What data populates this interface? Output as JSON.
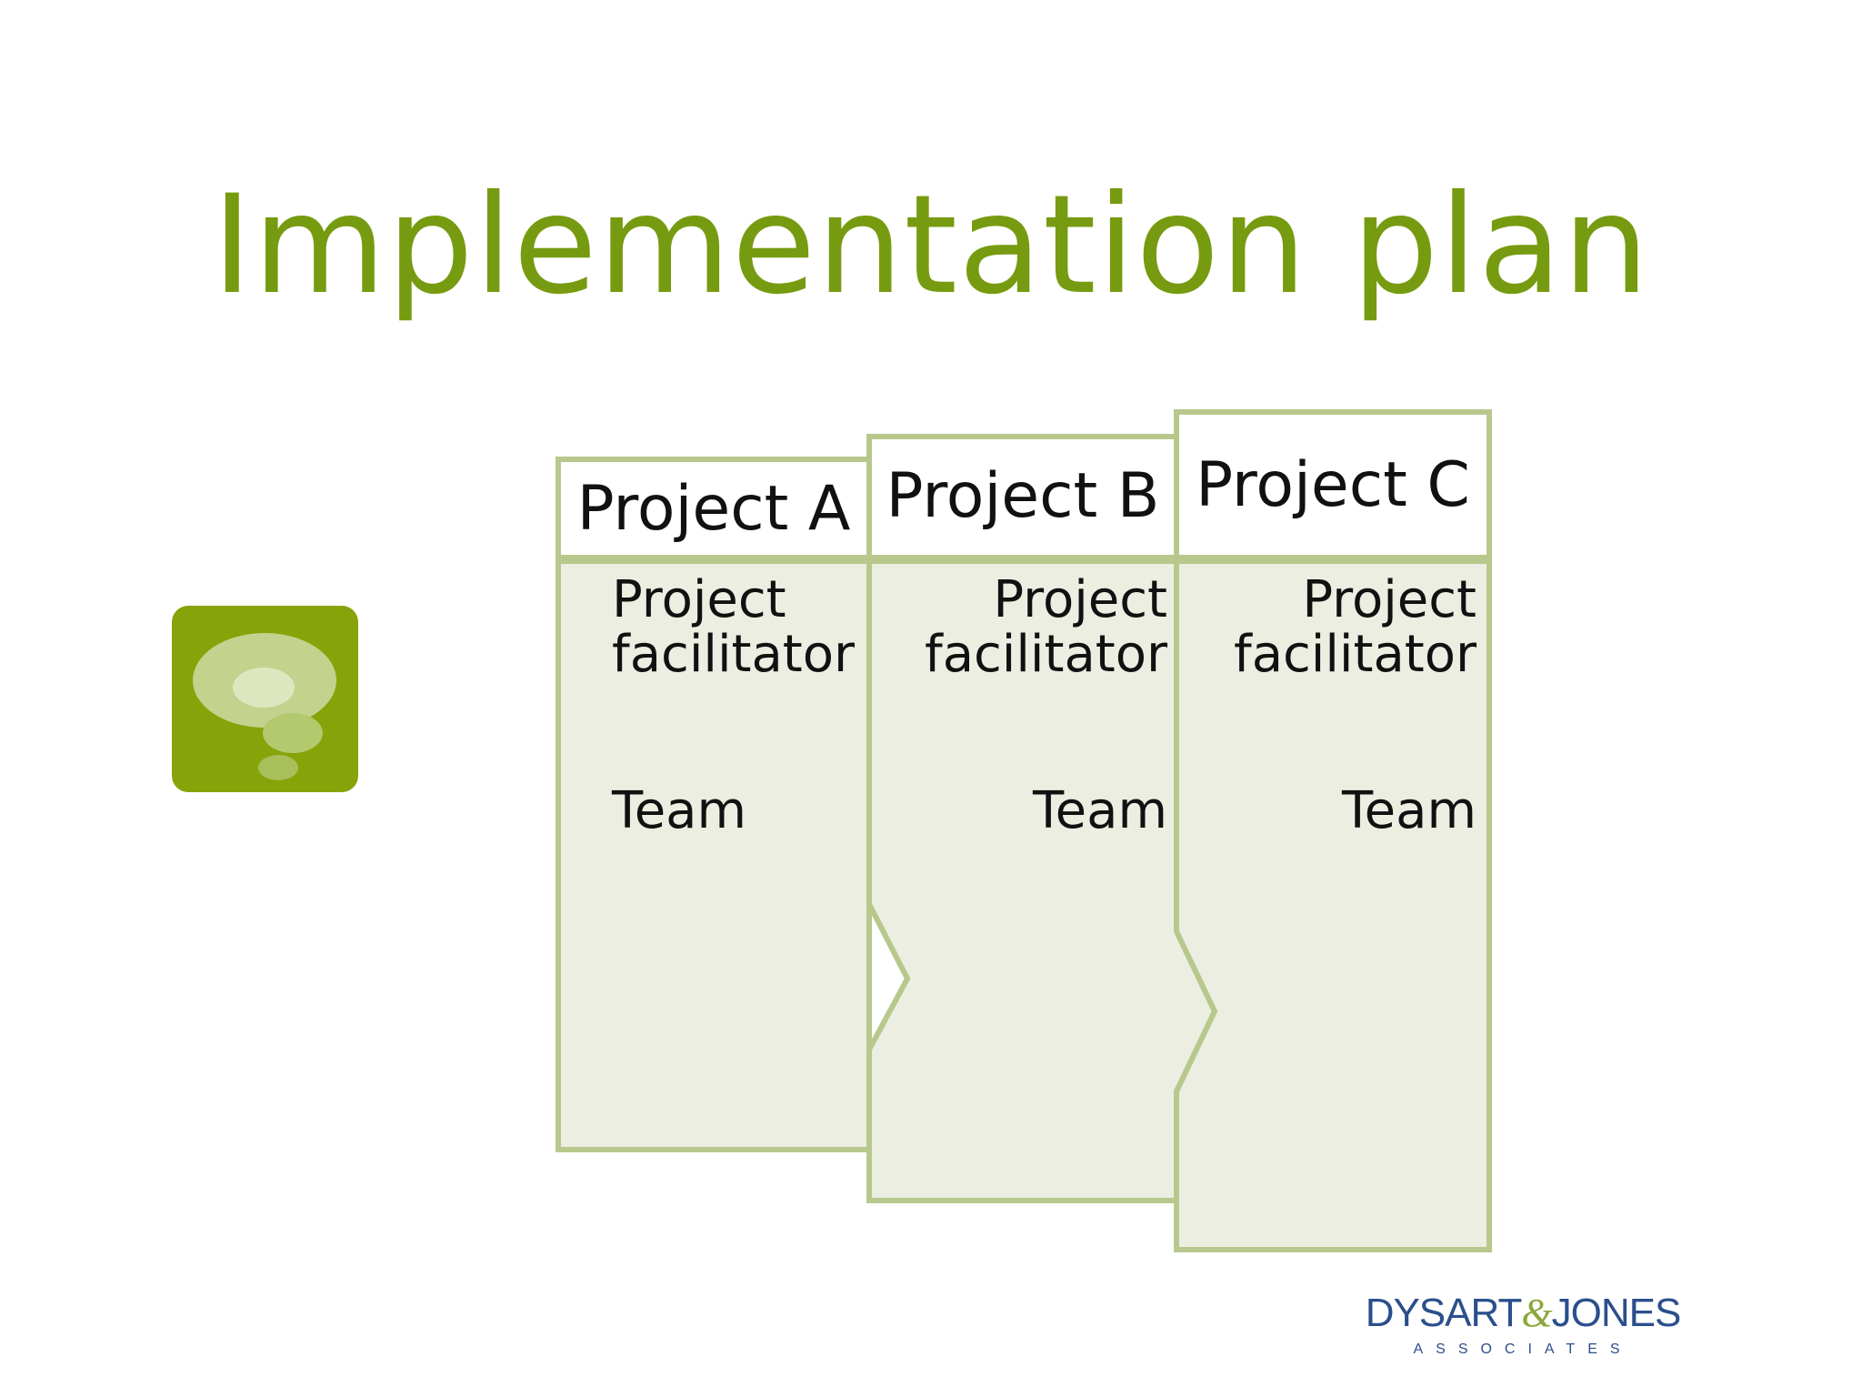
{
  "slide": {
    "title": "Implementation plan"
  },
  "colors": {
    "title_green": "#769b10",
    "icon_green": "#86a40a",
    "panel_fill": "#ebeee1",
    "panel_border": "#b8c88c",
    "logo_blue": "#2b4f8c",
    "logo_green": "#8aa83a"
  },
  "projects": [
    {
      "name": "Project A",
      "facilitator": "Project\nfacilitator",
      "team": "Team"
    },
    {
      "name": "Project B",
      "facilitator": "Project\nfacilitator",
      "team": "Team"
    },
    {
      "name": "Project C",
      "facilitator": "Project\nfacilitator",
      "team": "Team"
    }
  ],
  "icon": {
    "name": "thought-bubble-icon"
  },
  "logo": {
    "left": "DYSART",
    "amp": "&",
    "right": "JONES",
    "sub": "ASSOCIATES"
  }
}
